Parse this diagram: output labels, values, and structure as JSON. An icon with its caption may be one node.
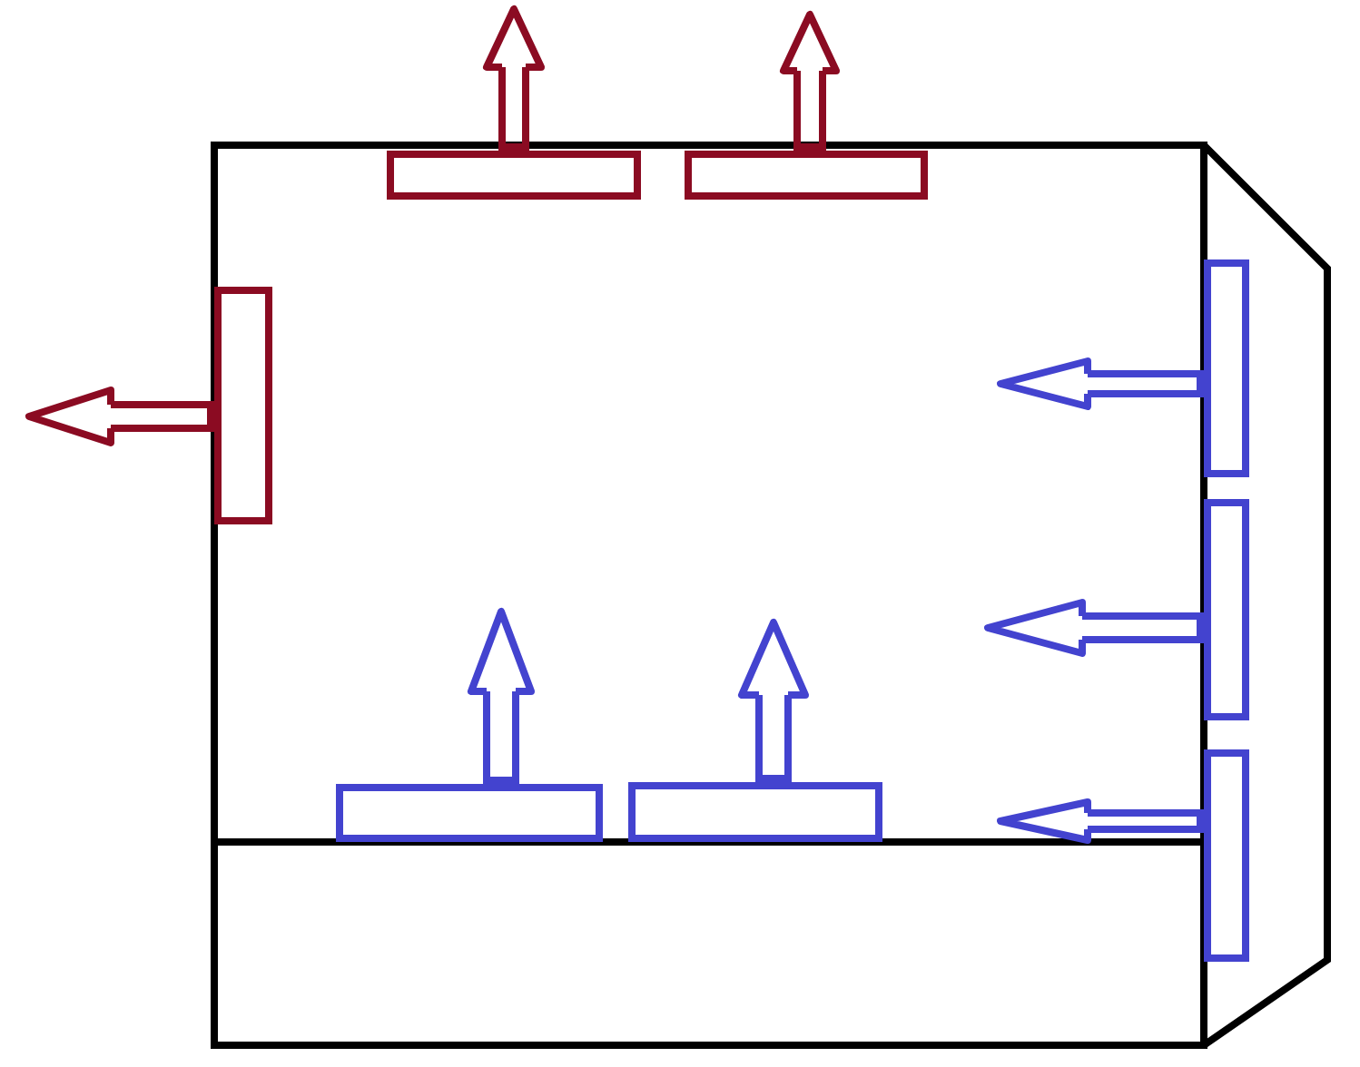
{
  "diagram": {
    "nodes": [
      {
        "text": [],
        "shape": "bar"
      },
      {
        "text": [],
        "shape": "bar"
      },
      {
        "text": [],
        "shape": "bar"
      },
      {
        "text": [],
        "shape": "bar"
      },
      {
        "text": [],
        "shape": "bar"
      },
      {
        "text": [],
        "shape": "bar"
      },
      {
        "text": [],
        "shape": "bar"
      },
      {
        "text": [],
        "shape": "bar"
      }
    ],
    "edges": [
      {
        "from": 0,
        "to": null,
        "arrow": "to",
        "color": "#8b0b22"
      },
      {
        "from": 1,
        "to": null,
        "arrow": "to",
        "color": "#8b0b22"
      },
      {
        "from": 2,
        "to": null,
        "arrow": "to",
        "color": "#8b0b22"
      },
      {
        "from": 3,
        "to": null,
        "arrow": "to"
      },
      {
        "from": 4,
        "to": null,
        "arrow": "to"
      },
      {
        "from": 5,
        "to": null,
        "arrow": "to"
      },
      {
        "from": 6,
        "to": null,
        "arrow": "to"
      },
      {
        "from": 7,
        "to": null,
        "arrow": "to"
      }
    ]
  }
}
